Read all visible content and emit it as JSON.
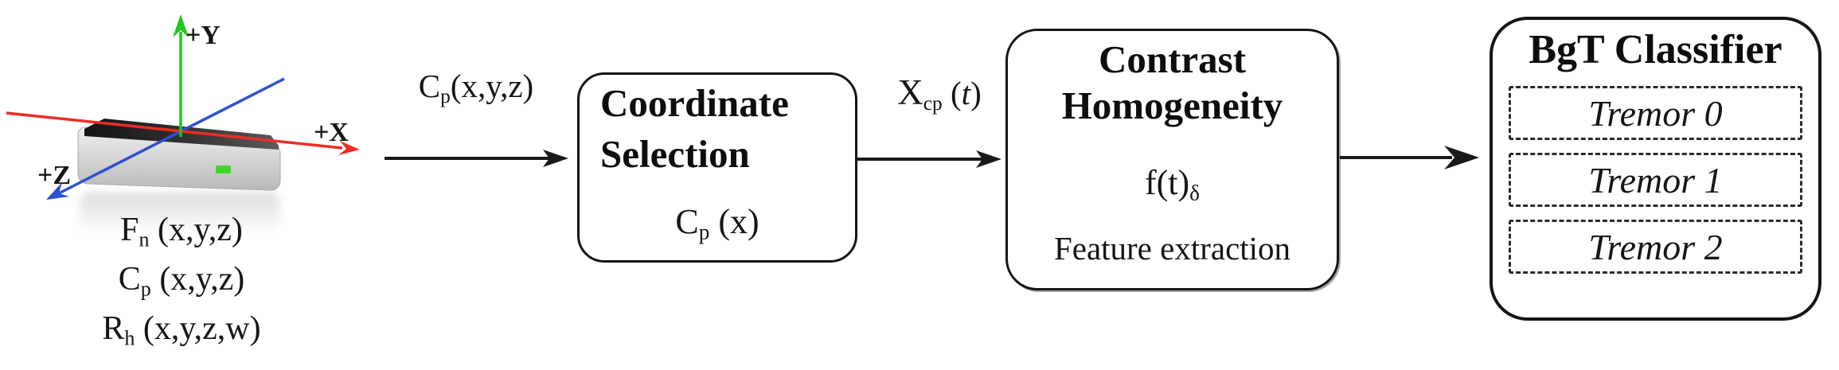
{
  "device": {
    "description": "motion-sensor-controller",
    "led_color": "#3ed627",
    "body_color": "#d6d6d6",
    "top_color": "#2a2a2a",
    "axes": {
      "x": {
        "label": "+X",
        "color": "#ee2d24"
      },
      "y": {
        "label": "+Y",
        "color": "#1ec71e"
      },
      "z": {
        "label": "+Z",
        "color": "#2d51d5"
      }
    },
    "signals": [
      {
        "base": "F",
        "sub": "n",
        "args": " (x,y,z)"
      },
      {
        "base": "C",
        "sub": "p",
        "args": " (x,y,z)"
      },
      {
        "base": "R",
        "sub": "h",
        "args": " (x,y,z,w)"
      }
    ]
  },
  "flow": {
    "arrow_color": "#1a1a1a",
    "arrow1": {
      "label": {
        "base": "C",
        "sub": "p",
        "args": "(x,y,z)"
      }
    },
    "arrow2": {
      "label": {
        "base": "X",
        "sub": "cp",
        "open": " (",
        "var": "t",
        "close": ")"
      }
    }
  },
  "boxes": {
    "coordinate_selection": {
      "title_line1": "Coordinate",
      "title_line2": "Selection",
      "formula": {
        "base": "C",
        "sub": "p",
        "args": " (x)"
      }
    },
    "contrast_homogeneity": {
      "title_line1": "Contrast",
      "title_line2": "Homogeneity",
      "formula": {
        "base": "f(t)",
        "sub": "δ"
      },
      "note": "Feature extraction"
    },
    "bgt_classifier": {
      "title": "BgT Classifier",
      "items": [
        {
          "label": "Tremor 0"
        },
        {
          "label": "Tremor 1"
        },
        {
          "label": "Tremor 2"
        }
      ]
    }
  }
}
